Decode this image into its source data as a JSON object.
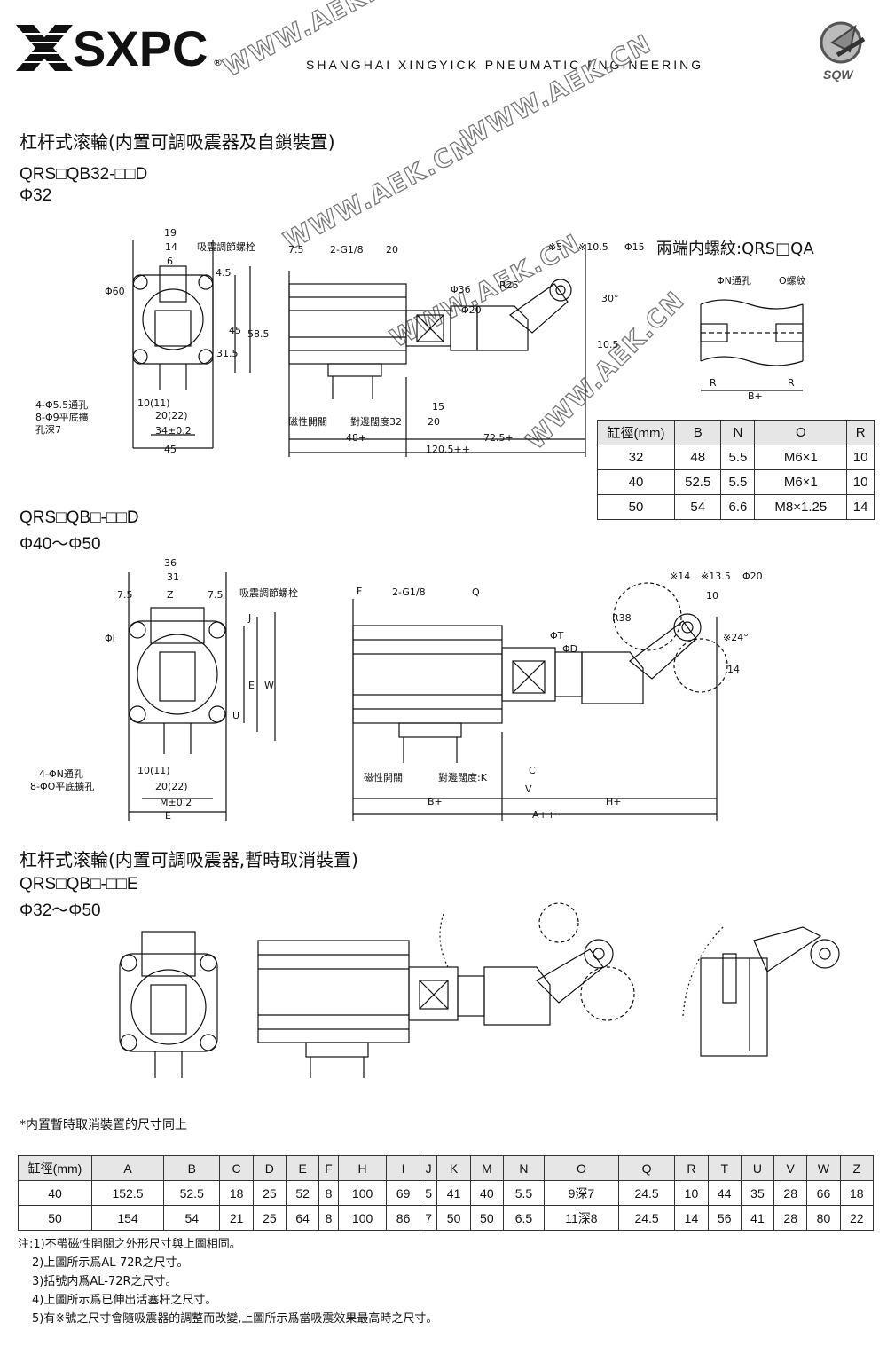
{
  "header": {
    "brand": "SXPC",
    "registered": "®",
    "company": "SHANGHAI XINGYICK PNEUMATIC ENGINEERING",
    "logo_text": "SQW"
  },
  "watermark": "WWW.AEK.CN",
  "section1": {
    "title": "杠杆式滚輪(内置可調吸震器及自鎖裝置)",
    "model": "QRS□QB32-□□D",
    "bore": "Φ32",
    "thread_title": "兩端内螺紋:QRS□QA",
    "labels": {
      "adjust_bolt": "吸震調節螺栓",
      "holes": "4-Φ5.5通孔",
      "counterbore": "8-Φ9平底擴",
      "counterbore2": "孔深7",
      "magnetic_switch": "磁性開關",
      "across_flats": "對邊闊度32",
      "n_hole": "ΦN通孔",
      "o_thread": "O螺紋"
    },
    "dims": [
      "19",
      "14",
      "6",
      "Φ60",
      "4.5",
      "58.5",
      "45",
      "31.5",
      "10(11)",
      "20(22)",
      "34±0.2",
      "45",
      "7.5",
      "2-G1/8",
      "20",
      "Φ36",
      "Φ20",
      "R25",
      "※5",
      "※10.5",
      "Φ15",
      "30°",
      "10.5",
      "15",
      "20",
      "48+",
      "72.5+",
      "120.5++",
      "R",
      "B+",
      "R"
    ]
  },
  "table_small": {
    "headers": [
      "缸徑(mm)",
      "B",
      "N",
      "O",
      "R"
    ],
    "rows": [
      [
        "32",
        "48",
        "5.5",
        "M6×1",
        "10"
      ],
      [
        "40",
        "52.5",
        "5.5",
        "M6×1",
        "10"
      ],
      [
        "50",
        "54",
        "6.6",
        "M8×1.25",
        "14"
      ]
    ]
  },
  "section2": {
    "model": "QRS□QB□-□□D",
    "bore": "Φ40～Φ50",
    "labels": {
      "adjust_bolt": "吸震調節螺栓",
      "holes": "4-ΦN通孔",
      "counterbore": "8-ΦO平底擴孔",
      "magnetic_switch": "磁性開關",
      "across_flats": "對邊闊度:K"
    },
    "dims": [
      "36",
      "31",
      "7.5",
      "Z",
      "7.5",
      "ΦI",
      "J",
      "E",
      "W",
      "U",
      "10(11)",
      "20(22)",
      "M±0.2",
      "E",
      "F",
      "2-G1/8",
      "Q",
      "ΦT",
      "ΦD",
      "R38",
      "※14",
      "※13.5",
      "Φ20",
      "10",
      "※24°",
      "14",
      "C",
      "V",
      "B+",
      "H+",
      "A++"
    ]
  },
  "section3": {
    "title": "杠杆式滚輪(内置可調吸震器,暫時取消裝置)",
    "model": "QRS□QB□-□□E",
    "bore": "Φ32～Φ50",
    "note": "*内置暫時取消裝置的尺寸同上"
  },
  "table_large": {
    "headers": [
      "缸徑(mm)",
      "A",
      "B",
      "C",
      "D",
      "E",
      "F",
      "H",
      "I",
      "J",
      "K",
      "M",
      "N",
      "O",
      "Q",
      "R",
      "T",
      "U",
      "V",
      "W",
      "Z"
    ],
    "rows": [
      [
        "40",
        "152.5",
        "52.5",
        "18",
        "25",
        "52",
        "8",
        "100",
        "69",
        "5",
        "41",
        "40",
        "5.5",
        "9深7",
        "24.5",
        "10",
        "44",
        "35",
        "28",
        "66",
        "18"
      ],
      [
        "50",
        "154",
        "54",
        "21",
        "25",
        "64",
        "8",
        "100",
        "86",
        "7",
        "50",
        "50",
        "6.5",
        "11深8",
        "24.5",
        "14",
        "56",
        "41",
        "28",
        "80",
        "22"
      ]
    ]
  },
  "notes": [
    "注:1)不帶磁性開關之外形尺寸與上圖相同。",
    "2)上圖所示爲AL-72R之尺寸。",
    "3)括號内爲AL-72R之尺寸。",
    "4)上圖所示爲已伸出活塞杆之尺寸。",
    "5)有※號之尺寸會隨吸震器的調整而改變,上圖所示爲當吸震效果最高時之尺寸。"
  ]
}
